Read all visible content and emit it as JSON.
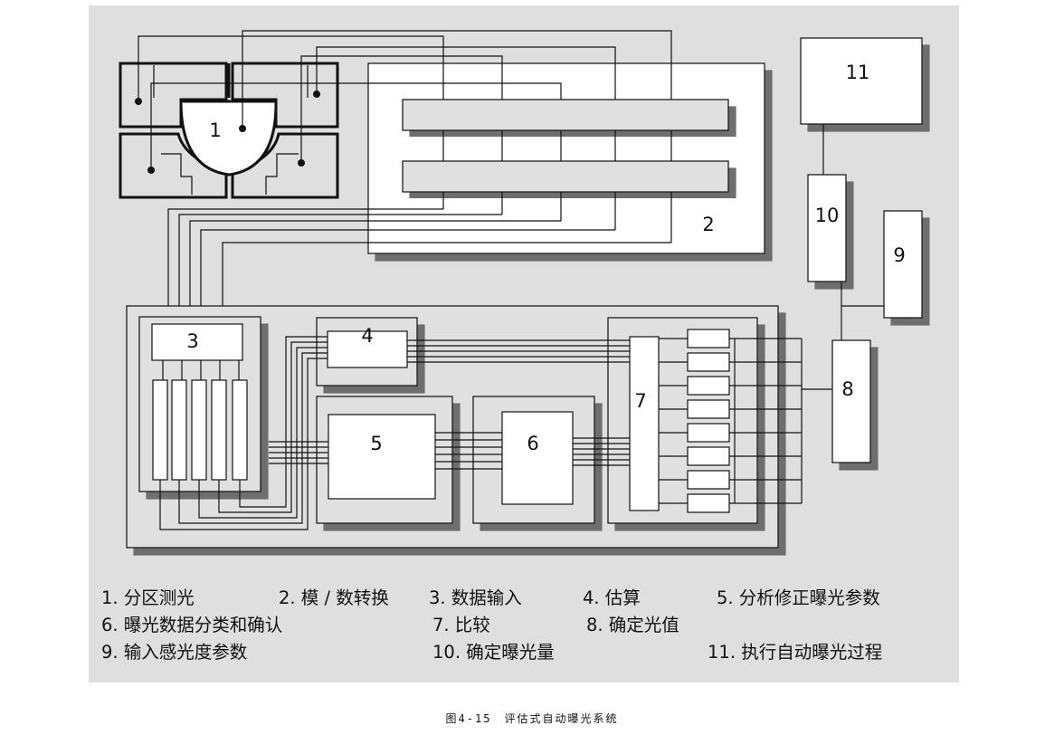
{
  "diagram": {
    "block_labels": {
      "b1": "1",
      "b2": "2",
      "b3": "3",
      "b4": "4",
      "b5": "5",
      "b6": "6",
      "b7": "7",
      "b8": "8",
      "b9": "9",
      "b10": "10",
      "b11": "11"
    }
  },
  "legend": {
    "row1": [
      "1. 分区测光",
      "2. 模 / 数转换",
      "3. 数据输入",
      "4. 估算",
      "5. 分析修正曝光参数"
    ],
    "row2": [
      "6. 曝光数据分类和确认",
      "7. 比较",
      "8. 确定光值"
    ],
    "row3": [
      "9. 输入感光度参数",
      "10. 确定曝光量",
      "11. 执行自动曝光过程"
    ]
  },
  "caption": "图4-15　评估式自动曝光系统"
}
